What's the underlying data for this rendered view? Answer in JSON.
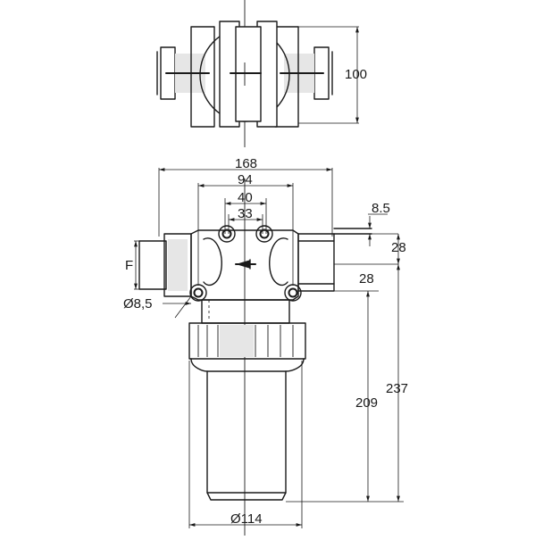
{
  "dimensions": {
    "top_height": "100",
    "overall_width": "168",
    "port_spacing": "94",
    "outer_bolt_spacing": "40",
    "inner_bolt_spacing": "33",
    "flange_thickness": "8.5",
    "upper_offset": "28",
    "lower_offset": "28",
    "inlet_label": "F",
    "hole_diameter": "Ø8,5",
    "bowl_height": "209",
    "total_height": "237",
    "bowl_diameter": "Ø114"
  }
}
